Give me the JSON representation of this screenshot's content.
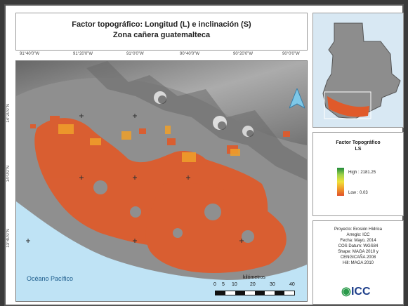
{
  "title": {
    "line1": "Factor topográfico: Longitud (L) e inclinación (S)",
    "line2": "Zona cañera guatemalteca"
  },
  "top_ticks": [
    "91°40'0\"W",
    "91°20'0\"W",
    "91°0'0\"W",
    "90°40'0\"W",
    "90°20'0\"W",
    "90°0'0\"W"
  ],
  "left_ticks": [
    "14°20'0\"N",
    "14°0'0\"N",
    "13°40'0\"N"
  ],
  "legend": {
    "title_line1": "Factor Topográfico",
    "title_line2": "LS",
    "high_label": "High : 2181.25",
    "low_label": "Low : 0.03",
    "colors": {
      "high": "#1e8a3a",
      "mid": "#f0e03a",
      "low": "#e0502a"
    }
  },
  "credits": {
    "lines": [
      "Proyecto: Erosión Hídrica",
      "Arreglo: ICC",
      "Fecha: Mayo, 2014",
      "COS Datum: WGS84",
      "Shape: MAGA 2010 y",
      "CENGICAÑA 2008",
      "Hill: MAGA 2010"
    ],
    "logo_text": "ICC"
  },
  "map_labels": {
    "ocean": "Océano Pacífico"
  },
  "scale_bar": {
    "unit_label": "kilómetros",
    "ticks": [
      "0",
      "5",
      "10",
      "20",
      "30",
      "40"
    ]
  },
  "colors": {
    "ocean": "#bfe3f5",
    "hillshade": "#8c8c8c",
    "factor_area": "#e05a2a"
  }
}
